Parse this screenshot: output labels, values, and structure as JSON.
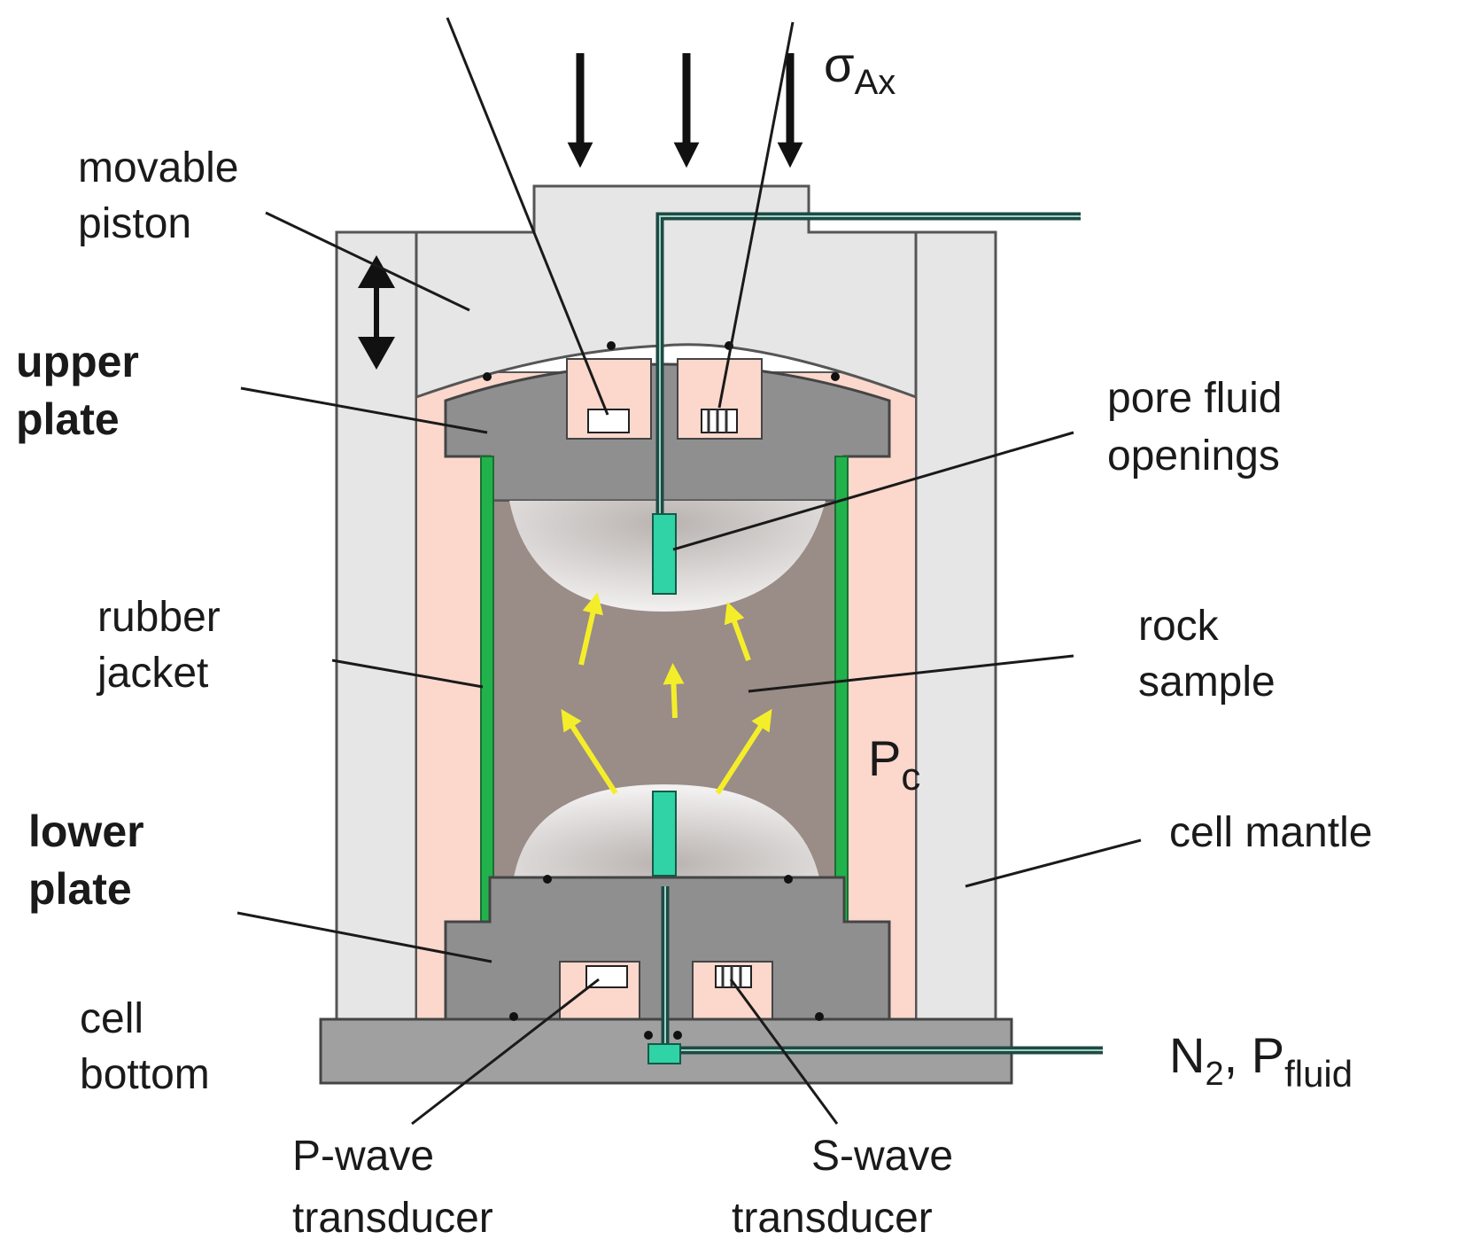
{
  "labels": {
    "movable_piston": [
      "movable",
      "piston"
    ],
    "upper_plate": [
      "upper",
      "plate"
    ],
    "rubber_jacket": [
      "rubber",
      "jacket"
    ],
    "lower_plate": [
      "lower",
      "plate"
    ],
    "cell_bottom": [
      "cell",
      "bottom"
    ],
    "pore_fluid_openings": [
      "pore fluid",
      "openings"
    ],
    "rock_sample": [
      "rock",
      "sample"
    ],
    "cell_mantle": "cell mantle",
    "p_wave_transducer": [
      "P-wave",
      "transducer"
    ],
    "s_wave_transducer": [
      "S-wave",
      "transducer"
    ]
  },
  "symbols": {
    "axial_stress": {
      "base": "σ",
      "sub": "Ax"
    },
    "confining_pressure": {
      "base": "P",
      "sub": "c"
    },
    "fluid_inlet": {
      "base1": "N",
      "sub1": "2",
      "sep": ", ",
      "base2": "P",
      "sub2": "fluid"
    }
  },
  "colors": {
    "steel_light": "#e6e6e6",
    "steel_dark": "#8f8f8f",
    "confining_fluid": "#fbd7cc",
    "jacket": "#22b24c",
    "sample": "#9a8c86",
    "pore_line": "#1f4a44",
    "transducer_port": "#2fd3a6",
    "wave_arrow": "#f4ee2a"
  }
}
